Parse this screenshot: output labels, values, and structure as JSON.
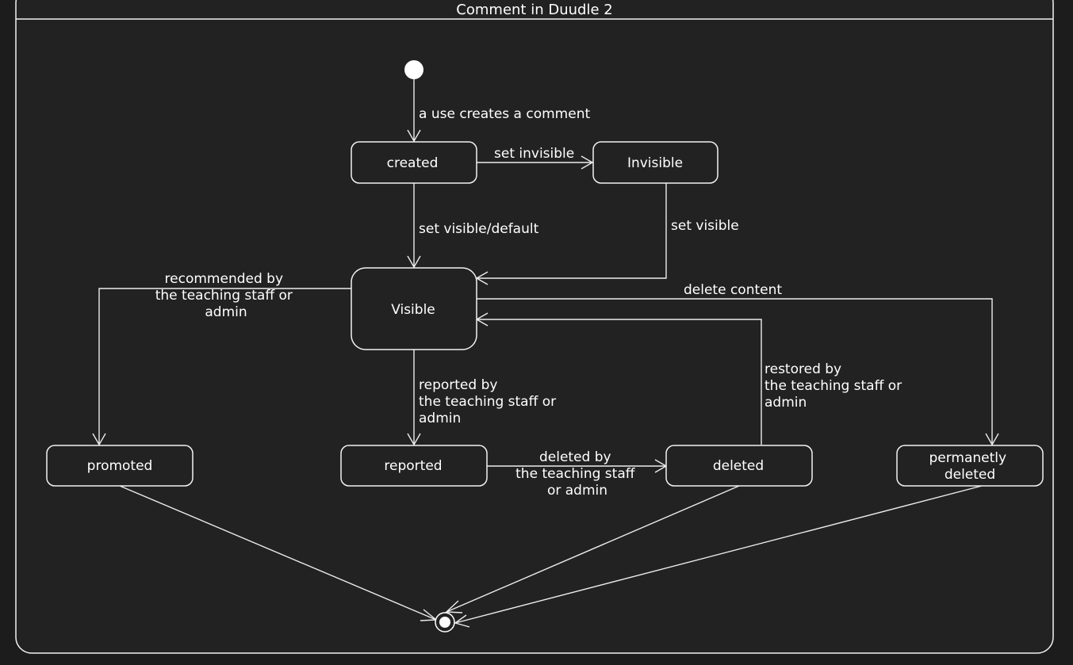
{
  "diagram": {
    "title": "Comment in Duudle 2",
    "colors": {
      "background": "#222222",
      "stroke": "#f2f2f2",
      "text": "#ffffff"
    }
  },
  "states": {
    "initial": {
      "kind": "initial-pseudostate"
    },
    "created": {
      "label": "created"
    },
    "invisible": {
      "label": "Invisible"
    },
    "visible": {
      "label": "Visible"
    },
    "promoted": {
      "label": "promoted"
    },
    "reported": {
      "label": "reported"
    },
    "deleted": {
      "label": "deleted"
    },
    "permanently_deleted": {
      "label": [
        "permanetly",
        "deleted"
      ]
    },
    "final": {
      "kind": "final-pseudostate"
    }
  },
  "transitions": {
    "initial_to_created": {
      "label": [
        "a use creates a comment"
      ]
    },
    "created_to_invisible": {
      "label": [
        "set invisible"
      ]
    },
    "created_to_visible": {
      "label": [
        "set visible/default"
      ]
    },
    "invisible_to_visible": {
      "label": [
        "set visible"
      ]
    },
    "visible_to_promoted": {
      "label": [
        "recommended by",
        "the teaching staff or",
        "admin"
      ]
    },
    "visible_to_permanently_deleted": {
      "label": [
        "delete content"
      ]
    },
    "visible_to_reported": {
      "label": [
        "reported by",
        "the teaching staff or",
        "admin"
      ]
    },
    "deleted_to_visible": {
      "label": [
        "restored by",
        "the teaching staff or",
        "admin"
      ]
    },
    "reported_to_deleted": {
      "label": [
        "deleted by",
        "the teaching staff",
        "or admin"
      ]
    },
    "promoted_to_final": {
      "label": []
    },
    "deleted_to_final": {
      "label": []
    },
    "permanently_deleted_to_final": {
      "label": []
    }
  }
}
